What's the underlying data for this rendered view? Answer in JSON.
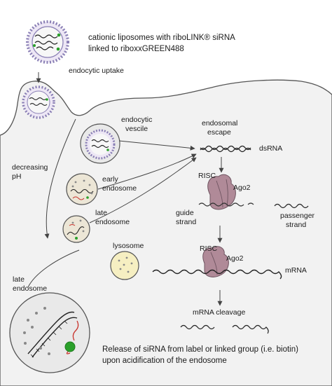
{
  "header": {
    "line1": "cationic liposomes with riboLINK® siRNA",
    "line2": "linked to riboxxGREEN488"
  },
  "labels": {
    "endocytic_uptake": "endocytic uptake",
    "endocytic_vescile_1": "endocytic",
    "endocytic_vescile_2": "vescile",
    "endosomal_escape_1": "endosomal",
    "endosomal_escape_2": "escape",
    "dsrna": "dsRNA",
    "decreasing_ph_1": "decreasing",
    "decreasing_ph_2": "pH",
    "early_endosome_1": "early",
    "early_endosome_2": "endosome",
    "late_endosome_1": "late",
    "late_endosome_2": "endosome",
    "risc_1": "RISC",
    "ago2_1": "Ago2",
    "guide_strand_1": "guide",
    "guide_strand_2": "strand",
    "passenger_strand_1": "passenger",
    "passenger_strand_2": "strand",
    "lysosome": "lysosome",
    "risc_2": "RISC",
    "ago2_2": "Ago2",
    "mrna": "mRNA",
    "late_endosome_zoom_1": "late",
    "late_endosome_zoom_2": "endosome",
    "mrna_cleavage": "mRNA cleavage"
  },
  "caption": {
    "line1": "Release of siRNA from label or linked group (i.e. biotin)",
    "line2": "upon acidification of the endosome"
  },
  "colors": {
    "outline": "#555555",
    "cell_fill": "#f2f2f2",
    "vesicle_fill": "#ece6d6",
    "lysosome_fill": "#f6efc2",
    "liposome_lipid": "#8a7fb5",
    "protein": "#b08a98",
    "green_label": "#2aa02a",
    "red_strand": "#c8322b"
  }
}
